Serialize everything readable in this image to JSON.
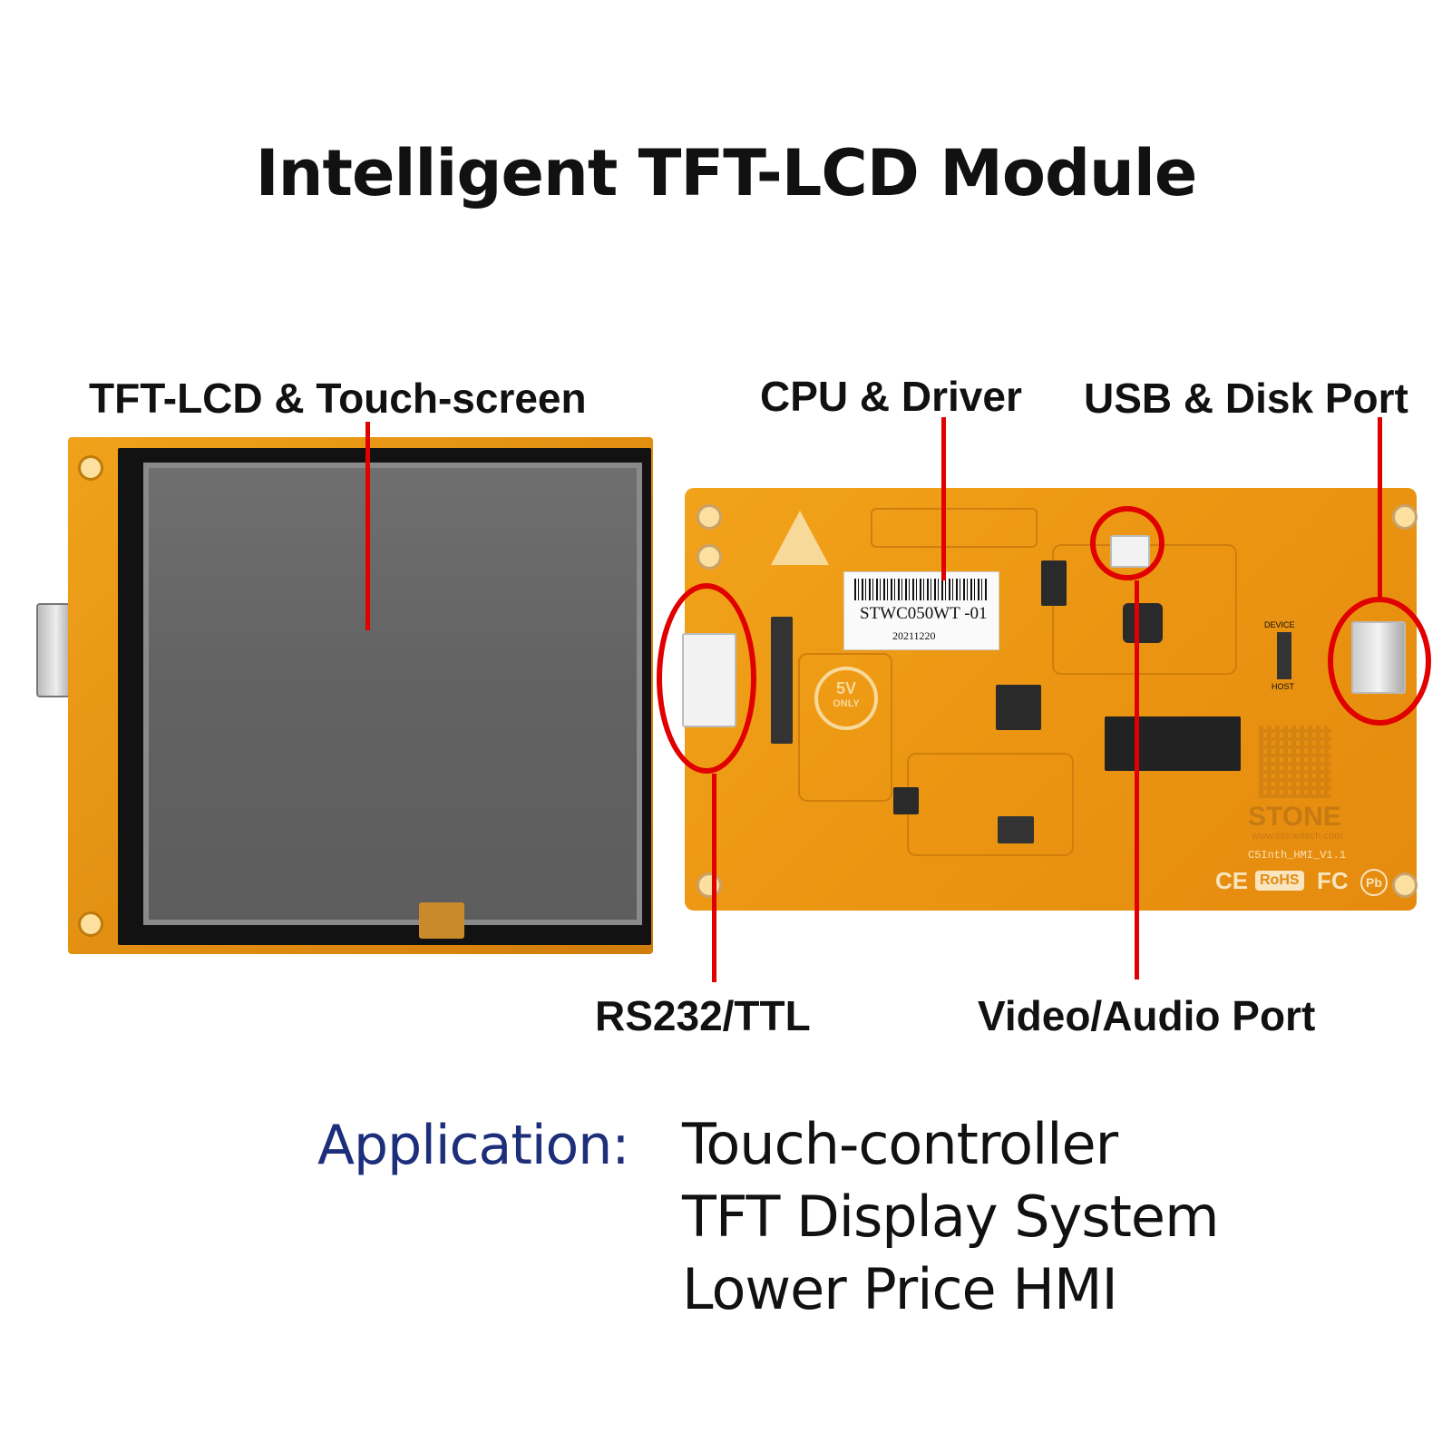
{
  "title": "Intelligent TFT-LCD Module",
  "callouts": {
    "touchscreen": "TFT-LCD & Touch-screen",
    "cpu": "CPU & Driver",
    "usb": "USB & Disk Port",
    "rs232": "RS232/TTL",
    "video": "Video/Audio Port"
  },
  "board": {
    "part_number": "STWC050WT -01",
    "date_code": "20211220",
    "brand": "STONE",
    "website": "www.stoneitech.com",
    "version": "C5Inth_HMI_V1.1",
    "power_badge_top": "5V",
    "power_badge_bottom": "ONLY",
    "switch_top": "DEVICE",
    "switch_bottom": "HOST",
    "cert_ce": "CE",
    "cert_rohs": "RoHS",
    "cert_fc": "FC",
    "cert_pb": "Pb"
  },
  "application": {
    "label": "Application:",
    "items": [
      "Touch-controller",
      "TFT Display System",
      "Lower Price HMI"
    ]
  },
  "colors": {
    "pcb": "#eb9512",
    "callout_line": "#e00000",
    "application_label": "#1d2f7a"
  }
}
